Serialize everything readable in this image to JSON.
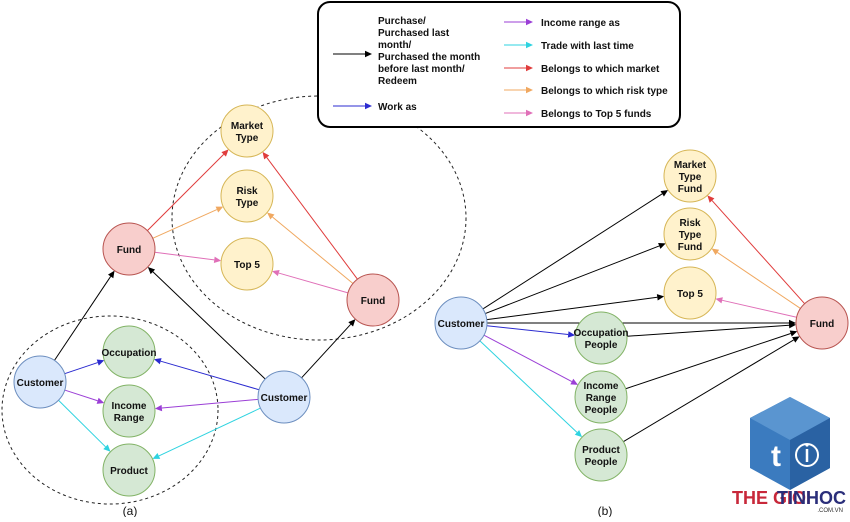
{
  "legend": [
    {
      "id": "purchase",
      "color": "#000000",
      "lines": [
        "Purchase/",
        "Purchased last",
        "month/",
        "Purchased the month",
        "before last month/",
        "Redeem"
      ]
    },
    {
      "id": "work",
      "color": "#2b2bd0",
      "lines": [
        "Work as"
      ]
    },
    {
      "id": "income",
      "color": "#9b3fd6",
      "lines": [
        "Income range as"
      ]
    },
    {
      "id": "trade",
      "color": "#2ed3e0",
      "lines": [
        "Trade with last time"
      ]
    },
    {
      "id": "market",
      "color": "#e03c3c",
      "lines": [
        "Belongs to which market"
      ]
    },
    {
      "id": "risk",
      "color": "#f0a860",
      "lines": [
        "Belongs to which risk type"
      ]
    },
    {
      "id": "top5",
      "color": "#e070b8",
      "lines": [
        "Belongs to Top 5 funds"
      ]
    }
  ],
  "fills": {
    "yellow": {
      "fill": "#fff2cc",
      "stroke": "#d6b656"
    },
    "red": {
      "fill": "#f8cecc",
      "stroke": "#b85450"
    },
    "blue": {
      "fill": "#dae8fc",
      "stroke": "#6c8ebf"
    },
    "green": {
      "fill": "#d5e8d4",
      "stroke": "#82b366"
    }
  },
  "nodes": [
    {
      "id": "a_market",
      "label": [
        "Market",
        "Type"
      ],
      "style": "yellow"
    },
    {
      "id": "a_risk",
      "label": [
        "Risk",
        "Type"
      ],
      "style": "yellow"
    },
    {
      "id": "a_top5",
      "label": [
        "Top 5"
      ],
      "style": "yellow"
    },
    {
      "id": "a_fund1",
      "label": [
        "Fund"
      ],
      "style": "red"
    },
    {
      "id": "a_fund2",
      "label": [
        "Fund"
      ],
      "style": "red"
    },
    {
      "id": "a_cust1",
      "label": [
        "Customer"
      ],
      "style": "blue"
    },
    {
      "id": "a_cust2",
      "label": [
        "Customer"
      ],
      "style": "blue"
    },
    {
      "id": "a_occ",
      "label": [
        "Occupation"
      ],
      "style": "green"
    },
    {
      "id": "a_inc",
      "label": [
        "Income",
        "Range"
      ],
      "style": "green"
    },
    {
      "id": "a_prod",
      "label": [
        "Product"
      ],
      "style": "green"
    },
    {
      "id": "b_market",
      "label": [
        "Market",
        "Type",
        "Fund"
      ],
      "style": "yellow"
    },
    {
      "id": "b_risk",
      "label": [
        "Risk",
        "Type",
        "Fund"
      ],
      "style": "yellow"
    },
    {
      "id": "b_top5",
      "label": [
        "Top 5"
      ],
      "style": "yellow"
    },
    {
      "id": "b_fund",
      "label": [
        "Fund"
      ],
      "style": "red"
    },
    {
      "id": "b_cust",
      "label": [
        "Customer"
      ],
      "style": "blue"
    },
    {
      "id": "b_occ",
      "label": [
        "Occupation",
        "People"
      ],
      "style": "green"
    },
    {
      "id": "b_inc",
      "label": [
        "Income",
        "Range",
        "People"
      ],
      "style": "green"
    },
    {
      "id": "b_prod",
      "label": [
        "Product",
        "People"
      ],
      "style": "green"
    }
  ],
  "edges": [
    {
      "from": "a_cust1",
      "to": "a_fund1",
      "kind": "purchase"
    },
    {
      "from": "a_cust1",
      "to": "a_occ",
      "kind": "work"
    },
    {
      "from": "a_cust1",
      "to": "a_inc",
      "kind": "income"
    },
    {
      "from": "a_cust1",
      "to": "a_prod",
      "kind": "trade"
    },
    {
      "from": "a_cust2",
      "to": "a_fund1",
      "kind": "purchase"
    },
    {
      "from": "a_cust2",
      "to": "a_fund2",
      "kind": "purchase"
    },
    {
      "from": "a_cust2",
      "to": "a_occ",
      "kind": "work"
    },
    {
      "from": "a_cust2",
      "to": "a_inc",
      "kind": "income"
    },
    {
      "from": "a_cust2",
      "to": "a_prod",
      "kind": "trade"
    },
    {
      "from": "a_fund1",
      "to": "a_market",
      "kind": "market"
    },
    {
      "from": "a_fund1",
      "to": "a_risk",
      "kind": "risk"
    },
    {
      "from": "a_fund1",
      "to": "a_top5",
      "kind": "top5"
    },
    {
      "from": "a_fund2",
      "to": "a_market",
      "kind": "market"
    },
    {
      "from": "a_fund2",
      "to": "a_risk",
      "kind": "risk"
    },
    {
      "from": "a_fund2",
      "to": "a_top5",
      "kind": "top5"
    },
    {
      "from": "b_cust",
      "to": "b_market",
      "kind": "purchase"
    },
    {
      "from": "b_cust",
      "to": "b_risk",
      "kind": "purchase"
    },
    {
      "from": "b_cust",
      "to": "b_top5",
      "kind": "purchase"
    },
    {
      "from": "b_cust",
      "to": "b_fund",
      "kind": "purchase"
    },
    {
      "from": "b_cust",
      "to": "b_occ",
      "kind": "work"
    },
    {
      "from": "b_cust",
      "to": "b_inc",
      "kind": "income"
    },
    {
      "from": "b_cust",
      "to": "b_prod",
      "kind": "trade"
    },
    {
      "from": "b_occ",
      "to": "b_fund",
      "kind": "purchase"
    },
    {
      "from": "b_inc",
      "to": "b_fund",
      "kind": "purchase"
    },
    {
      "from": "b_prod",
      "to": "b_fund",
      "kind": "purchase"
    },
    {
      "from": "b_fund",
      "to": "b_market",
      "kind": "market"
    },
    {
      "from": "b_fund",
      "to": "b_risk",
      "kind": "risk"
    },
    {
      "from": "b_fund",
      "to": "b_top5",
      "kind": "top5"
    }
  ],
  "captions": {
    "a": "(a)",
    "b": "(b)"
  },
  "watermark": {
    "part1": "THE GIOI",
    "part2": "TINHOC",
    "domain": ".COM.VN"
  }
}
